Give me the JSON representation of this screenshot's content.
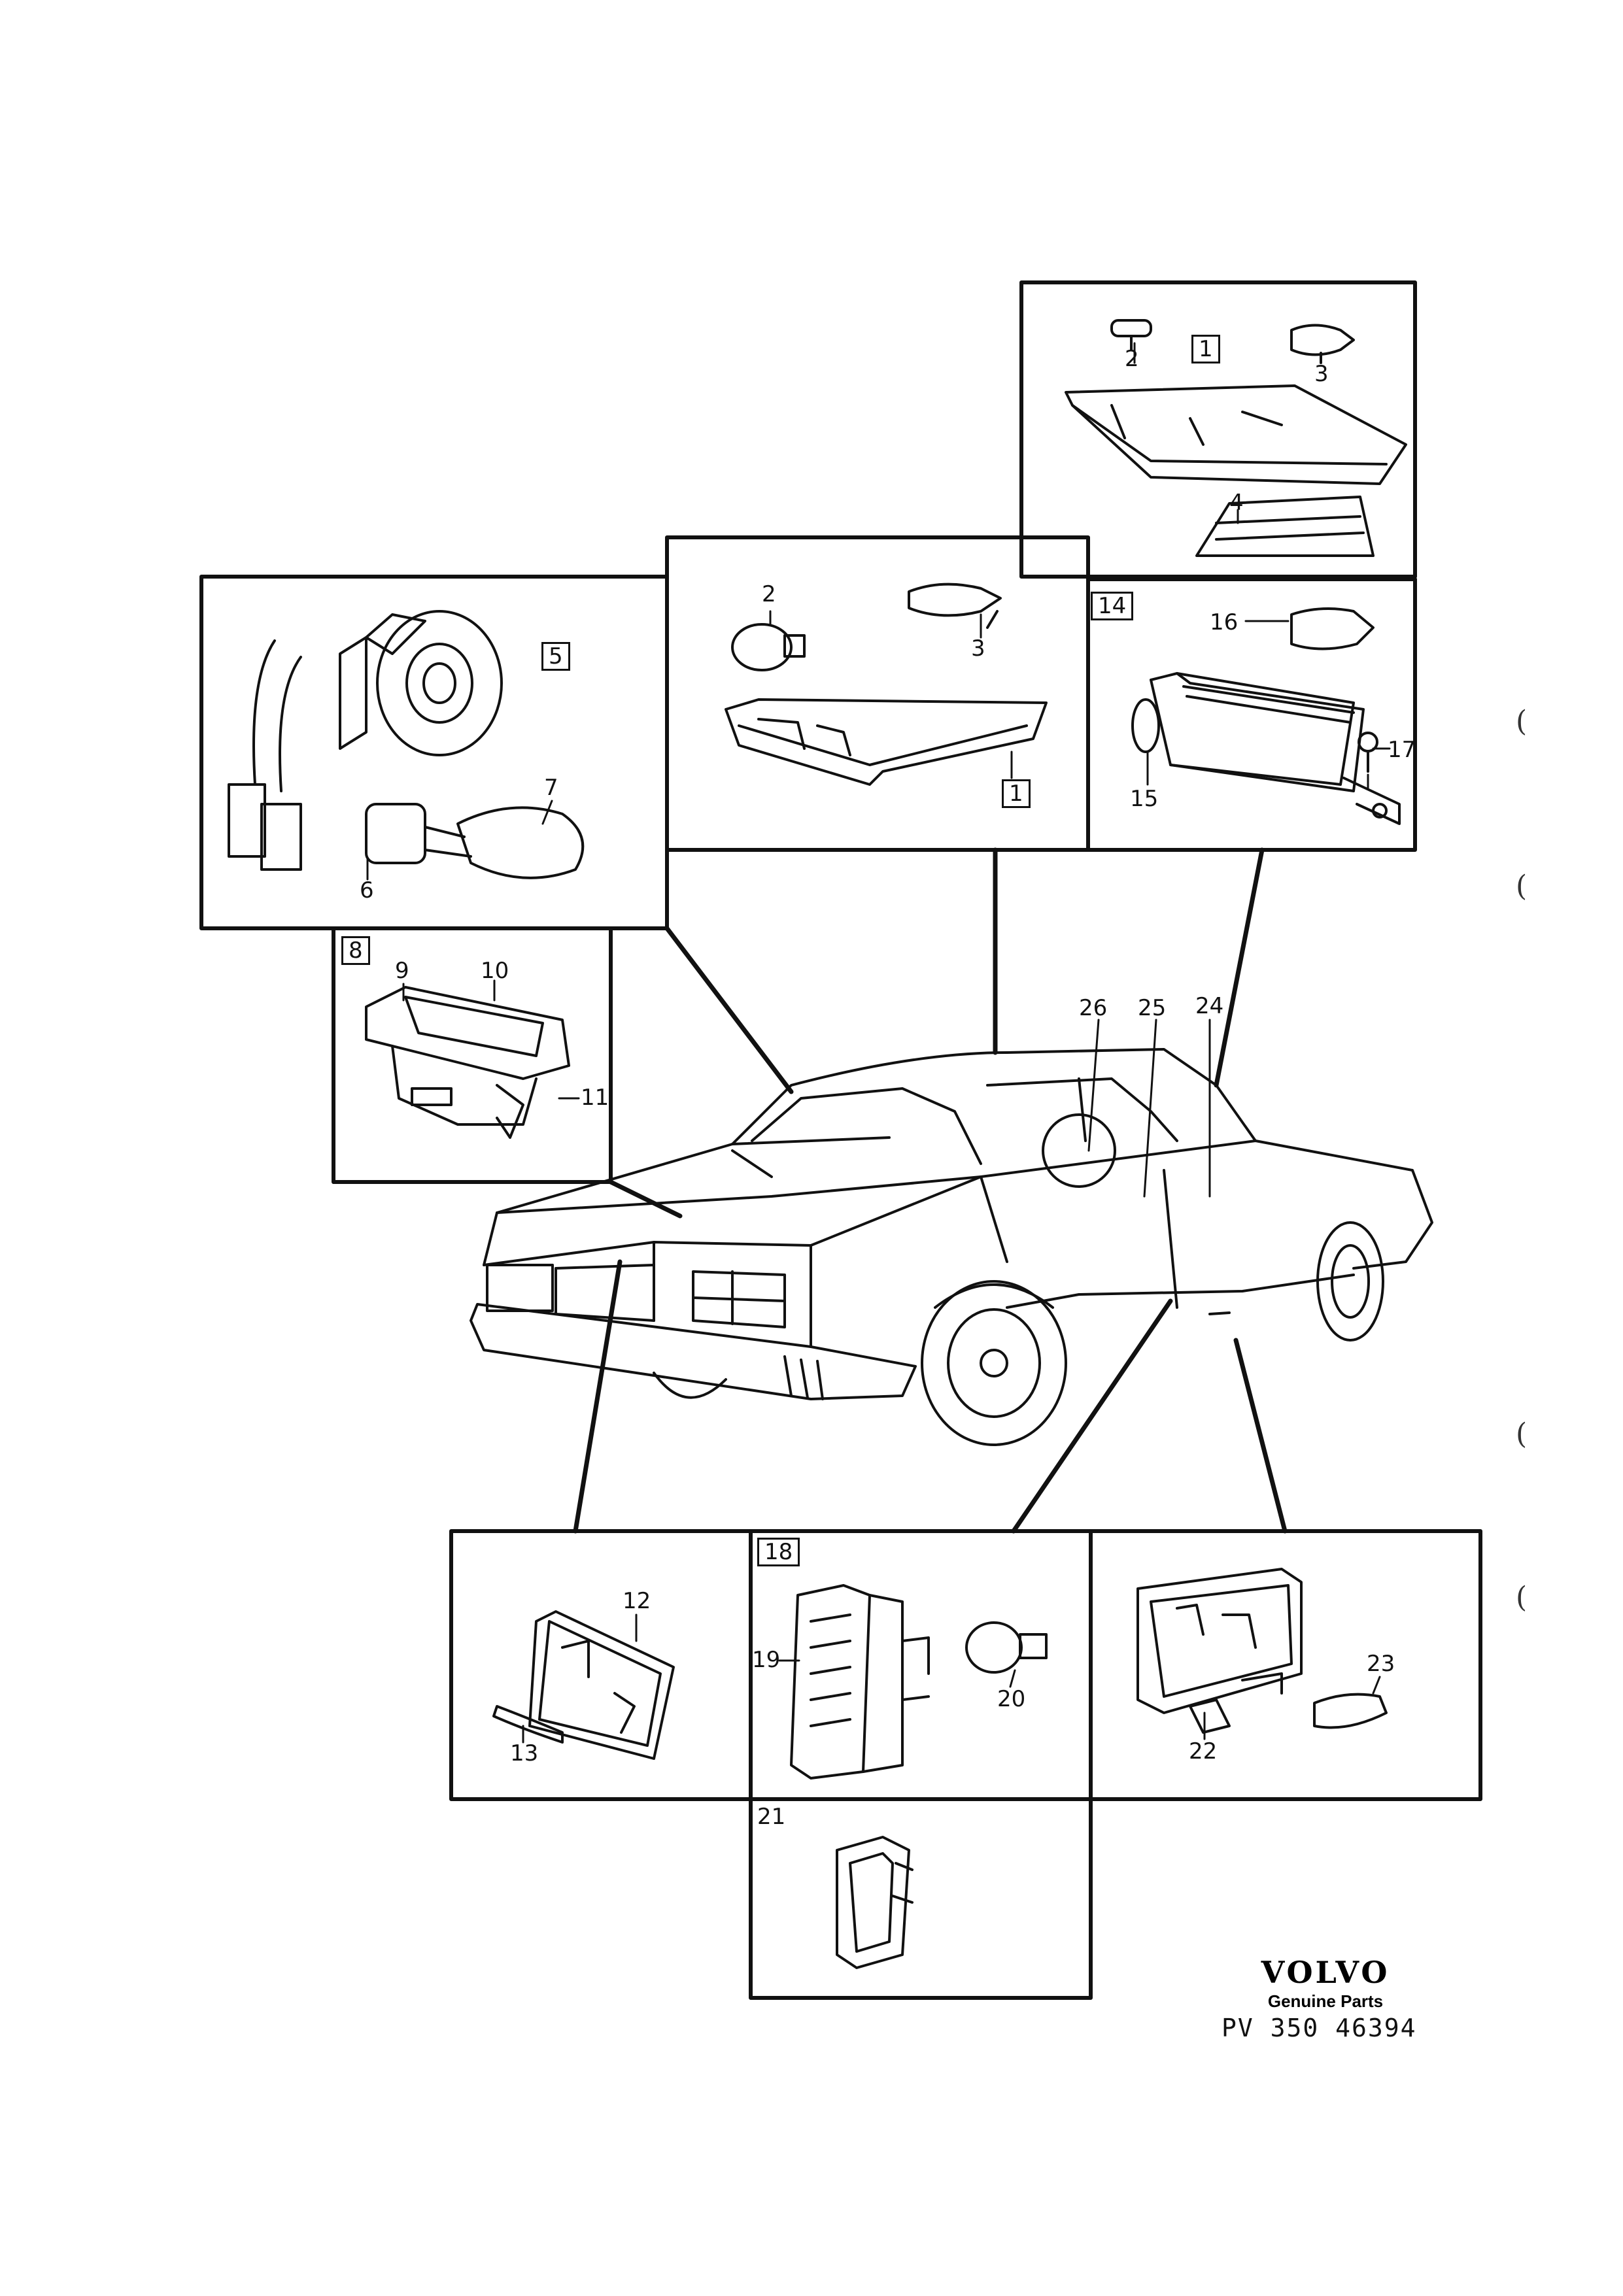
{
  "callouts": {
    "c1a": "1",
    "c1b": "1",
    "c2a": "2",
    "c2b": "2",
    "c3a": "3",
    "c3b": "3",
    "c4": "4",
    "c5": "5",
    "c6": "6",
    "c7": "7",
    "c8": "8",
    "c9": "9",
    "c10": "10",
    "c11": "11",
    "c12": "12",
    "c13": "13",
    "c14": "14",
    "c15": "15",
    "c16": "16",
    "c17": "17",
    "c18": "18",
    "c19": "19",
    "c20": "20",
    "c21": "21",
    "c22": "22",
    "c23": "23",
    "c24": "24",
    "c25": "25",
    "c26": "26"
  },
  "brand": {
    "logo": "VOLVO",
    "subtitle": "Genuine Parts",
    "part_number": "PV 350 46394"
  },
  "margin_marks": [
    "(",
    "(",
    "(",
    "("
  ],
  "colors": {
    "ink": "#111111",
    "paper": "#ffffff"
  }
}
